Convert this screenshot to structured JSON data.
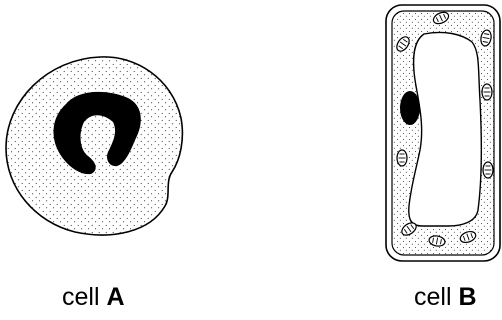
{
  "cells": [
    {
      "word": "cell",
      "letter": "A"
    },
    {
      "word": "cell",
      "letter": "B"
    }
  ]
}
